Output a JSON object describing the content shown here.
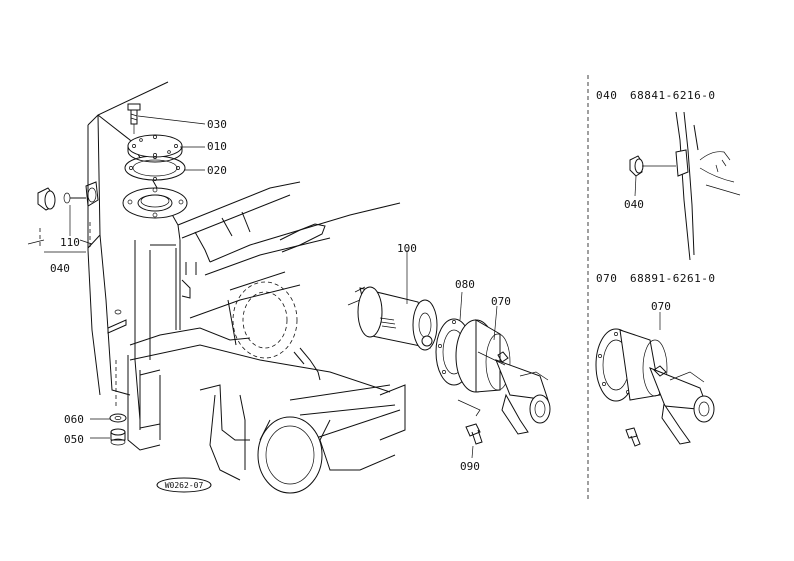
{
  "diagram": {
    "callouts": {
      "c030": "030",
      "c010": "010",
      "c020": "020",
      "c110": "110",
      "c040": "040",
      "c100": "100",
      "c080": "080",
      "c070": "070",
      "c060": "060",
      "c050": "050",
      "c090": "090"
    },
    "drawing_code": "W0262-07",
    "side_panels": [
      {
        "ref": "040",
        "part_no": "68841-6216-0",
        "callout": "040"
      },
      {
        "ref": "070",
        "part_no": "68891-6261-0",
        "callout": "070"
      }
    ]
  }
}
